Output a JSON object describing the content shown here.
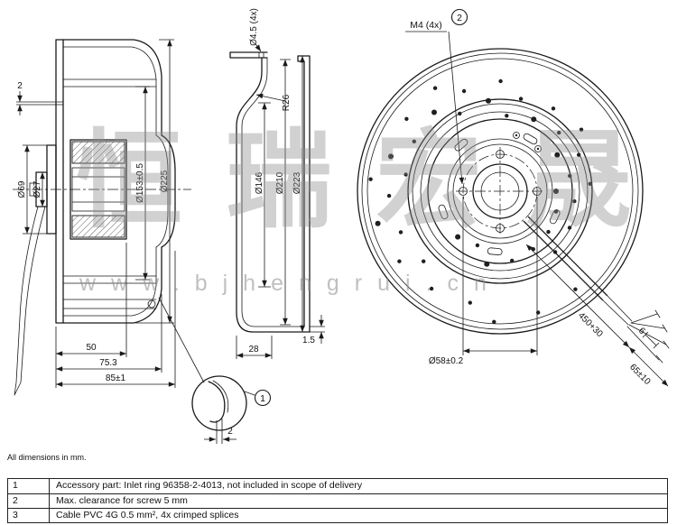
{
  "note": "All dimensions in mm.",
  "watermark": {
    "cjk": "恒瑞宏晟",
    "url": "www.bjhengrui.cn"
  },
  "callouts": {
    "c1": "1",
    "c2": "2"
  },
  "left_view": {
    "dim_2_top": "2",
    "dia_69": "Ø69",
    "dia_27": "Ø27",
    "dia_153": "Ø153±0.5",
    "dia_225": "Ø225",
    "dim_50": "50",
    "dim_75_3": "75.3",
    "dim_85": "85±1",
    "detail_dim_2": "2"
  },
  "section_view": {
    "dia_4_5": "Ø4.5 (4x)",
    "r26": "R26",
    "dia_146": "Ø146",
    "dia_210": "Ø210",
    "dia_223": "Ø223",
    "dim_1_5": "1.5",
    "dim_28": "28"
  },
  "front_view": {
    "m4": "M4 (4x)",
    "dia_58": "Ø58±0.2",
    "dim_450": "450+30",
    "dim_65": "65±10",
    "dim_6": "6"
  },
  "table": {
    "rows": [
      {
        "num": "1",
        "text": "Accessory part: Inlet ring 96358-2-4013, not included in scope of delivery"
      },
      {
        "num": "2",
        "text": "Max. clearance for screw 5 mm"
      },
      {
        "num": "3",
        "text": "Cable PVC 4G 0.5 mm², 4x crimped splices"
      }
    ]
  }
}
